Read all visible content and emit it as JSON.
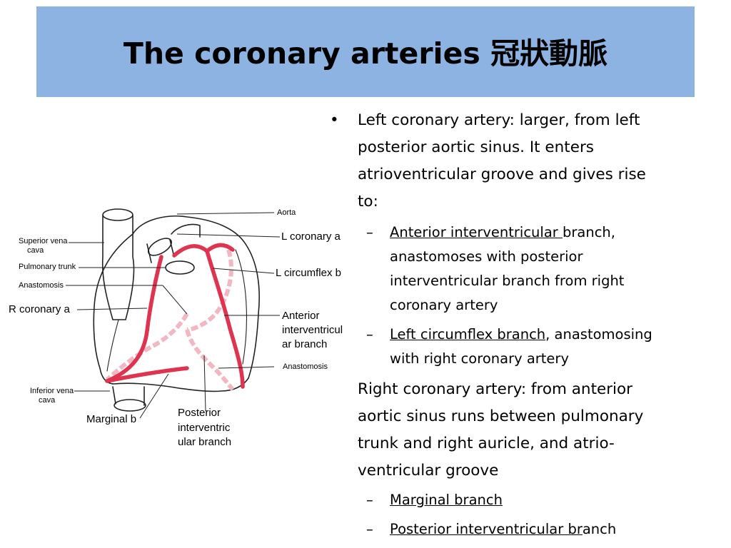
{
  "slide": {
    "title": "The coronary arteries 冠狀動脈"
  },
  "figure": {
    "labels": {
      "aorta": "Aorta",
      "superior_vena_cava_1": "Superior vena",
      "superior_vena_cava_2": "cava",
      "pulmonary_trunk": "Pulmonary trunk",
      "anastomosis_left": "Anastomosis",
      "r_coronary": "R coronary a",
      "l_coronary": "L coronary a",
      "l_circumflex": "L circumflex b",
      "anterior_iv_1": "Anterior",
      "anterior_iv_2": "interventricul",
      "anterior_iv_3": "ar branch",
      "anastomosis_right": "Anastomosis",
      "inferior_vena_cava_1": "Inferior vena",
      "inferior_vena_cava_2": "cava",
      "marginal": "Marginal b",
      "posterior_iv_1": "Posterior",
      "posterior_iv_2": "interventric",
      "posterior_iv_3": "ular branch"
    }
  },
  "content": {
    "bullet_glyph": "•",
    "dash_glyph": "–",
    "left": {
      "line1": "Left coronary artery: larger, from left",
      "line2": "posterior aortic sinus. It enters",
      "line3": "atrioventricular groove and gives rise",
      "line4": "to:",
      "sub1": {
        "underlined": "Anterior interventricular ",
        "rest1": "branch,",
        "line2": "anastomoses with posterior",
        "line3": "interventricular branch from right",
        "line4": "coronary artery"
      },
      "sub2": {
        "underlined": "Left circumflex branch",
        "rest1": ", anastomosing",
        "line2": "with right coronary artery"
      }
    },
    "right": {
      "line1": "Right coronary artery: from anterior",
      "line2": "aortic sinus runs between pulmonary",
      "line3": "trunk and right auricle, and atrio-",
      "line4": "ventricular groove",
      "sub1": {
        "underlined": "Marginal branch"
      },
      "sub2": {
        "underlined": "Posterior interventricular br",
        "rest": "anch"
      }
    }
  },
  "colors": {
    "title_bar": "#8db3e2",
    "artery": "#e0334f",
    "artery_light": "#f2b7c3"
  }
}
